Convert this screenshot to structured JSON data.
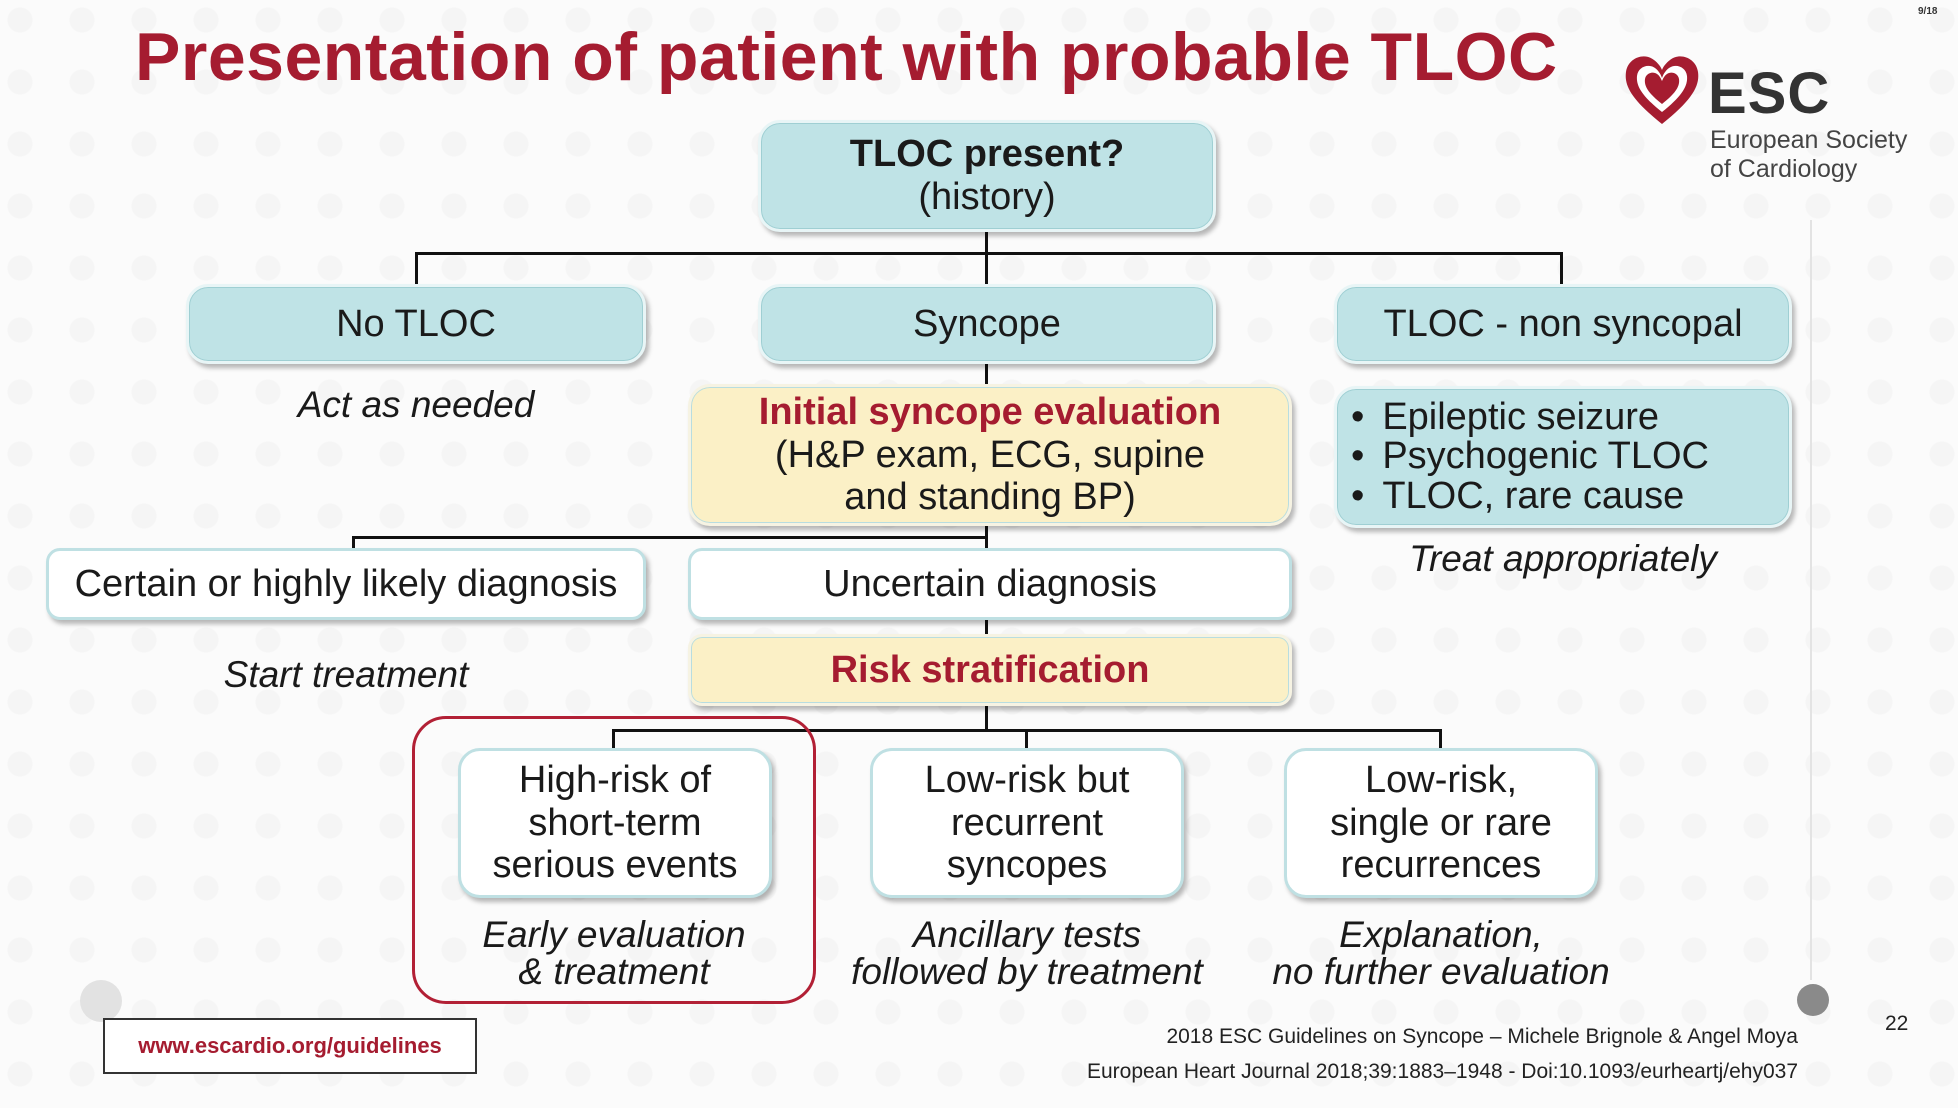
{
  "title": "Presentation of patient with probable TLOC",
  "logo": {
    "name": "ESC",
    "line1": "European Society",
    "line2": "of Cardiology",
    "color": "#a51c30"
  },
  "boxes": {
    "top": {
      "line1": "TLOC present?",
      "line2": "(history)"
    },
    "no_tloc": "No TLOC",
    "syncope": "Syncope",
    "tloc_non_syncopal": "TLOC - non syncopal",
    "initial_eval": {
      "line1": "Initial syncope evaluation",
      "line2": "(H&P exam, ECG, supine",
      "line3": "and standing BP)"
    },
    "non_syncopal_items": [
      "Epileptic seizure",
      "Psychogenic TLOC",
      "TLOC, rare cause"
    ],
    "certain": "Certain or highly likely diagnosis",
    "uncertain": "Uncertain diagnosis",
    "risk": "Risk stratification",
    "high_risk": {
      "line1": "High-risk of",
      "line2": "short-term",
      "line3": "serious events"
    },
    "low_risk_recurrent": {
      "line1": "Low-risk but",
      "line2": "recurrent",
      "line3": "syncopes"
    },
    "low_risk_single": {
      "line1": "Low-risk,",
      "line2": "single or rare",
      "line3": "recurrences"
    }
  },
  "notes": {
    "act_as_needed": "Act as needed",
    "treat_appropriately": "Treat appropriately",
    "start_treatment": "Start treatment",
    "early_eval": {
      "line1": "Early evaluation",
      "line2": "& treatment"
    },
    "ancillary": {
      "line1": "Ancillary tests",
      "line2": "followed by treatment"
    },
    "explanation": {
      "line1": "Explanation,",
      "line2": "no further evaluation"
    }
  },
  "footer": {
    "url": "www.escardio.org/guidelines",
    "ref1": "2018 ESC Guidelines on Syncope – Michele Brignole & Angel Moya",
    "ref2": "European Heart Journal 2018;39:1883–1948 - Doi:10.1093/eurheartj/ehy037",
    "page": "22",
    "slide_counter": "9/18"
  },
  "colors": {
    "title": "#a51c30",
    "teal_box": "#bfe3e6",
    "yellow_box": "#fbf0c6",
    "highlight": "#b22035"
  }
}
